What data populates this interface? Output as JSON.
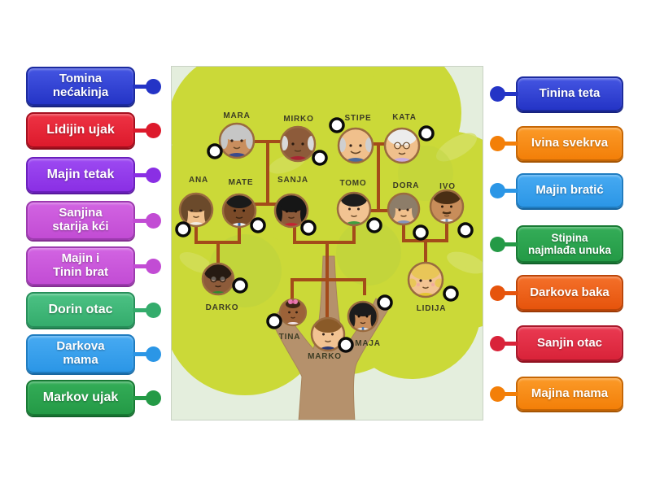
{
  "activity": {
    "kind_visible_hint": "match-labels-to-diagram",
    "colors": {
      "page_background": "#ffffff",
      "panel_background": "#e4eedd",
      "tree_crown": "#cbd938",
      "tree_trunk": "#b5916c",
      "family_lines": "#a34b1a",
      "answer_dot_fill": "#ffffff",
      "answer_dot_ring": "#0a0a0a"
    }
  },
  "left_labels": [
    {
      "text": "Tomina\nnećakinja",
      "color": "#2434c6"
    },
    {
      "text": "Lidijin ujak",
      "color": "#dd1a2c"
    },
    {
      "text": "Majin tetak",
      "color": "#8a2fe4"
    },
    {
      "text": "Sanjina\nstarija kći",
      "color": "#c24cd4"
    },
    {
      "text": "Majin i\nTinin brat",
      "color": "#c24cd4"
    },
    {
      "text": "Dorin otac",
      "color": "#34ac6c"
    },
    {
      "text": "Darkova\nmama",
      "color": "#2b96e6"
    },
    {
      "text": "Markov ujak",
      "color": "#249a46"
    }
  ],
  "right_labels": [
    {
      "text": "Tinina teta",
      "color": "#2434c6"
    },
    {
      "text": "Ivina svekrva",
      "color": "#f37f08"
    },
    {
      "text": "Majin bratić",
      "color": "#2b96e6"
    },
    {
      "text": "Stipina\nnajmlađa unuka",
      "color": "#249a46"
    },
    {
      "text": "Darkova baka",
      "color": "#e6540c"
    },
    {
      "text": "Sanjin otac",
      "color": "#d92339"
    },
    {
      "text": "Majina mama",
      "color": "#f37f08"
    }
  ],
  "tree": {
    "people": [
      {
        "name": "MARA"
      },
      {
        "name": "MIRKO"
      },
      {
        "name": "STIPE"
      },
      {
        "name": "KATA"
      },
      {
        "name": "ANA"
      },
      {
        "name": "MATE"
      },
      {
        "name": "SANJA"
      },
      {
        "name": "TOMO"
      },
      {
        "name": "DORA"
      },
      {
        "name": "IVO"
      },
      {
        "name": "DARKO"
      },
      {
        "name": "TINA"
      },
      {
        "name": "MARKO"
      },
      {
        "name": "MAJA"
      },
      {
        "name": "LIDIJA"
      }
    ]
  }
}
